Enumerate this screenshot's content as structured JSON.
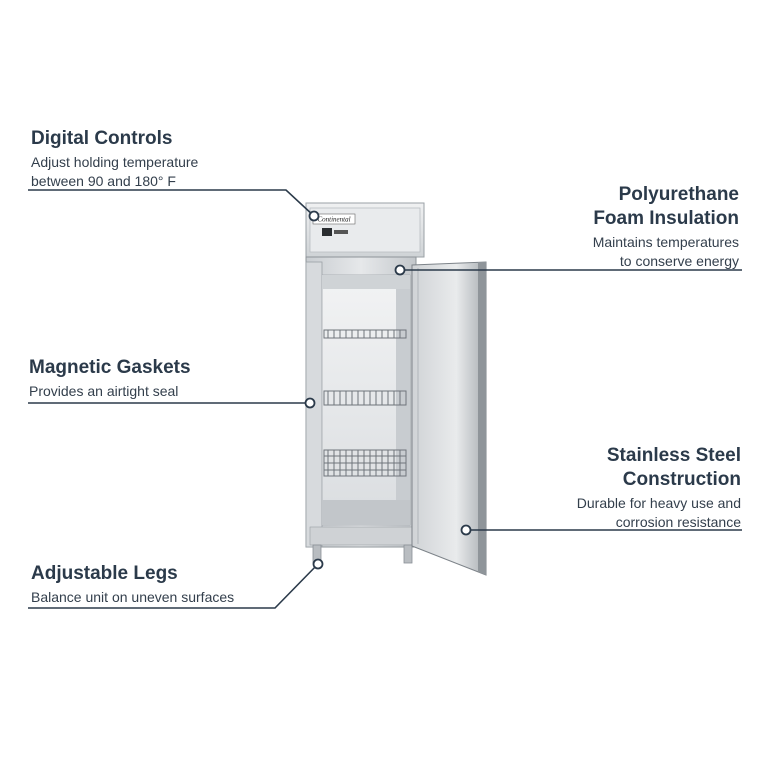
{
  "callouts": {
    "digital_controls": {
      "title": "Digital Controls",
      "desc_line1": "Adjust holding temperature",
      "desc_line2": "between 90 and 180° F"
    },
    "insulation": {
      "title_line1": "Polyurethane",
      "title_line2": "Foam Insulation",
      "desc_line1": "Maintains temperatures",
      "desc_line2": "to conserve energy"
    },
    "gaskets": {
      "title": "Magnetic Gaskets",
      "desc_line1": "Provides an airtight seal"
    },
    "stainless": {
      "title_line1": "Stainless Steel",
      "title_line2": "Construction",
      "desc_line1": "Durable for heavy use and",
      "desc_line2": "corrosion resistance"
    },
    "legs": {
      "title": "Adjustable Legs",
      "desc_line1": "Balance unit on uneven surfaces"
    }
  },
  "product": {
    "brand_label": "Continental"
  },
  "colors": {
    "text": "#2b3a4a",
    "leader_line": "#2b3a4a",
    "steel_light": "#d9dcdf",
    "steel_mid": "#b7bcc1",
    "steel_dark": "#8a9096",
    "interior": "#6c7278"
  }
}
